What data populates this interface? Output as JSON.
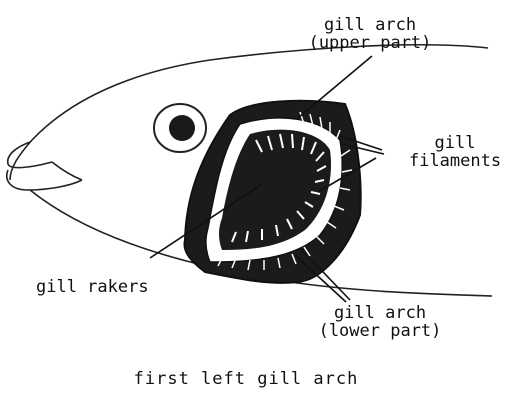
{
  "labels": {
    "gill_arch_upper": [
      "gill arch",
      "(upper part)"
    ],
    "gill_filaments": [
      "gill",
      "filaments"
    ],
    "gill_rakers": "gill rakers",
    "gill_arch_lower": [
      "gill arch",
      "(lower part)"
    ]
  },
  "caption": "first left gill arch"
}
